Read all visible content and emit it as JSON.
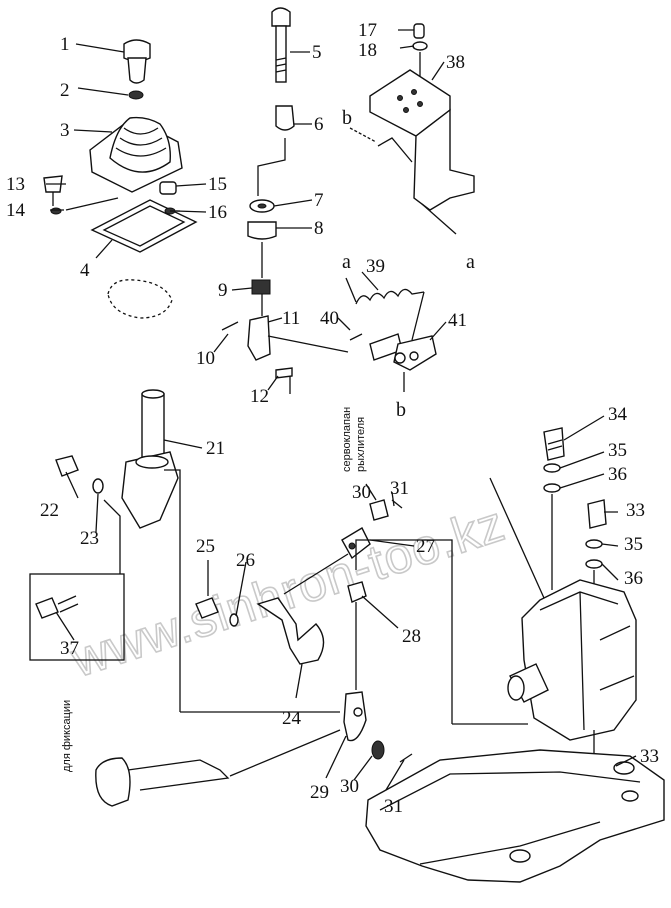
{
  "watermark": "www.sinhron-too.kz",
  "notes": {
    "solenoid_valve": "сервоклапан рыхлителя",
    "lock": "для фиксации"
  },
  "reference_letters": [
    "a",
    "b",
    "a",
    "b"
  ],
  "part_callouts": [
    "1",
    "2",
    "3",
    "4",
    "5",
    "6",
    "7",
    "8",
    "9",
    "10",
    "11",
    "12",
    "13",
    "14",
    "15",
    "16",
    "17",
    "18",
    "21",
    "22",
    "23",
    "24",
    "25",
    "26",
    "27",
    "28",
    "29",
    "30",
    "30",
    "31",
    "31",
    "33",
    "33",
    "34",
    "35",
    "35",
    "36",
    "36",
    "37",
    "38",
    "39",
    "40",
    "41"
  ]
}
